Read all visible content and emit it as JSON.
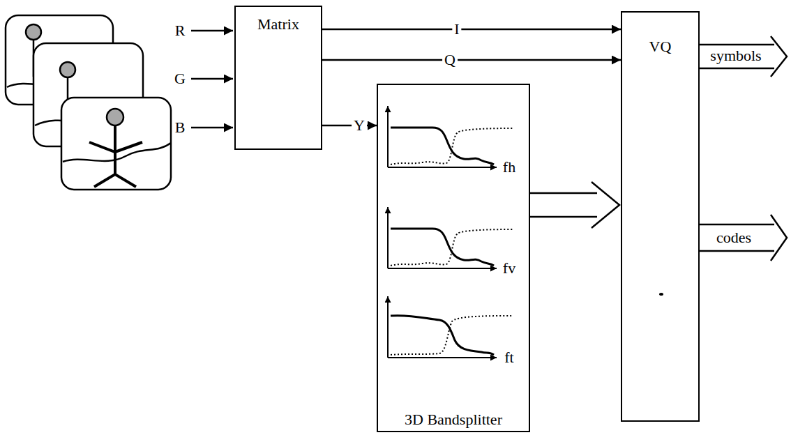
{
  "diagram": {
    "nodes": [
      {
        "text": [
          "Matrix"
        ]
      },
      {
        "text": [
          "3D Bandsplitter"
        ]
      },
      {
        "text": [
          "VQ"
        ]
      }
    ],
    "edges": [
      {
        "from": 0,
        "to": 2,
        "label": "I",
        "arrow": "to"
      },
      {
        "from": 0,
        "to": 2,
        "label": "Q",
        "arrow": "to"
      },
      {
        "from": 0,
        "to": 1,
        "label": "Y",
        "arrow": "to"
      },
      {
        "from": 1,
        "to": 2,
        "arrow": "to"
      }
    ],
    "labels": [
      "R",
      "G",
      "B",
      "fh",
      "fv",
      "ft",
      "symbols",
      "codes"
    ]
  }
}
